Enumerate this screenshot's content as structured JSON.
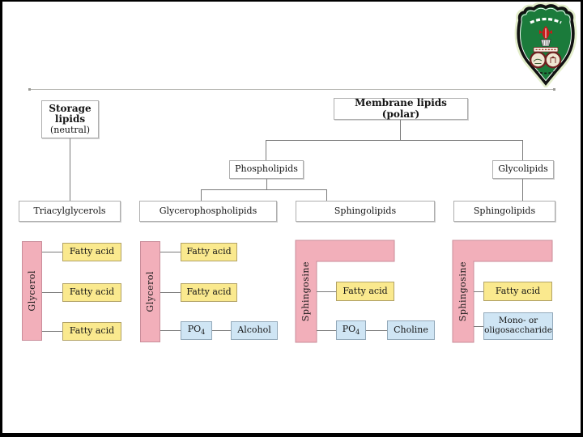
{
  "slide": {
    "tree": {
      "storage_title": "Storage lipids",
      "storage_subtitle": "(neutral)",
      "membrane": "Membrane lipids (polar)",
      "phospholipids": "Phospholipids",
      "glycolipids": "Glycolipids",
      "triacylglycerols": "Triacylglycerols",
      "glycerophospholipids": "Glycerophospholipids",
      "sphingolipids1": "Sphingolipids",
      "sphingolipids2": "Sphingolipids"
    },
    "structures": {
      "group1": {
        "backbone": "Glycerol",
        "components": [
          "Fatty acid",
          "Fatty acid",
          "Fatty acid"
        ]
      },
      "group2": {
        "backbone": "Glycerol",
        "fatty1": "Fatty acid",
        "fatty2": "Fatty acid",
        "po4_base": "PO",
        "po4_sub": "4",
        "head": "Alcohol"
      },
      "group3": {
        "backbone": "Sphingosine",
        "fatty": "Fatty acid",
        "po4_base": "PO",
        "po4_sub": "4",
        "head": "Choline"
      },
      "group4": {
        "backbone": "Sphingosine",
        "fatty": "Fatty acid",
        "head_line1": "Mono- or",
        "head_line2": "oligosaccharide"
      }
    },
    "logo": {
      "name": "university-crest"
    },
    "colors": {
      "backbone_pink": "#f2afba",
      "fatty_yellow": "#fae98e",
      "head_blue": "#cfe5f4",
      "crest_green": "#1b7b3b",
      "crest_red": "#c81a1a"
    }
  }
}
